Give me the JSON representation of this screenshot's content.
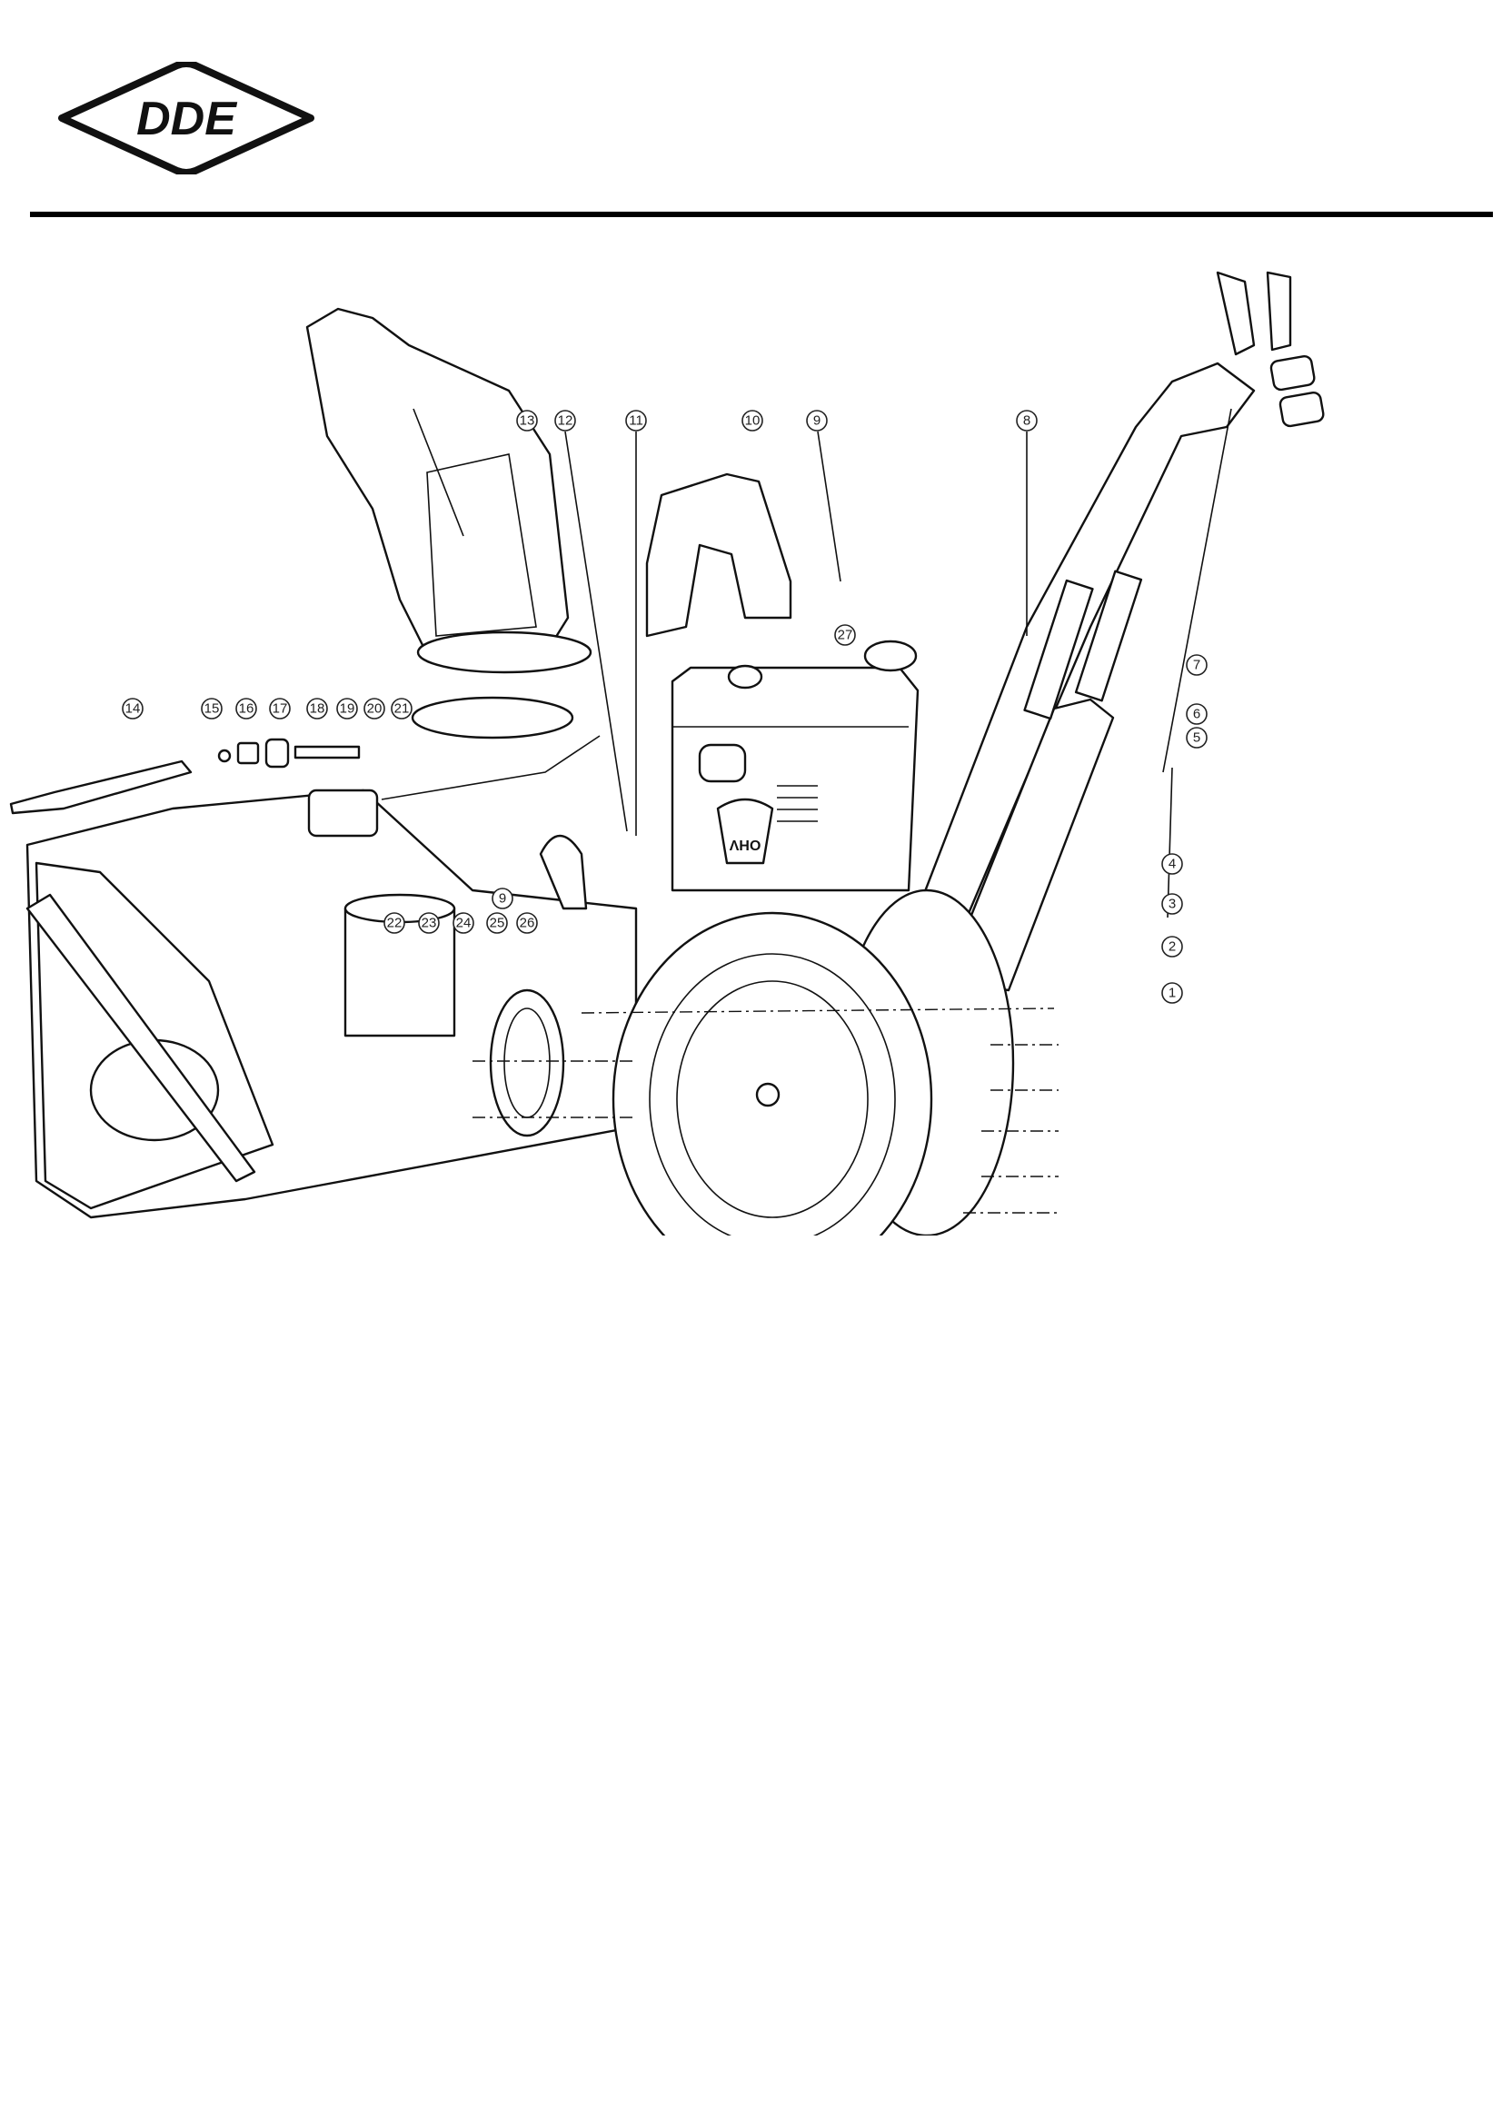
{
  "header": {
    "logo_text": "DDE"
  },
  "diagram": {
    "engine_label": "OHV",
    "callouts": [
      "1",
      "2",
      "3",
      "4",
      "5",
      "6",
      "7",
      "8",
      "9",
      "10",
      "11",
      "12",
      "13",
      "14",
      "15",
      "16",
      "17",
      "18",
      "19",
      "20",
      "21",
      "22",
      "23",
      "24",
      "25",
      "26",
      "27",
      "9"
    ]
  }
}
